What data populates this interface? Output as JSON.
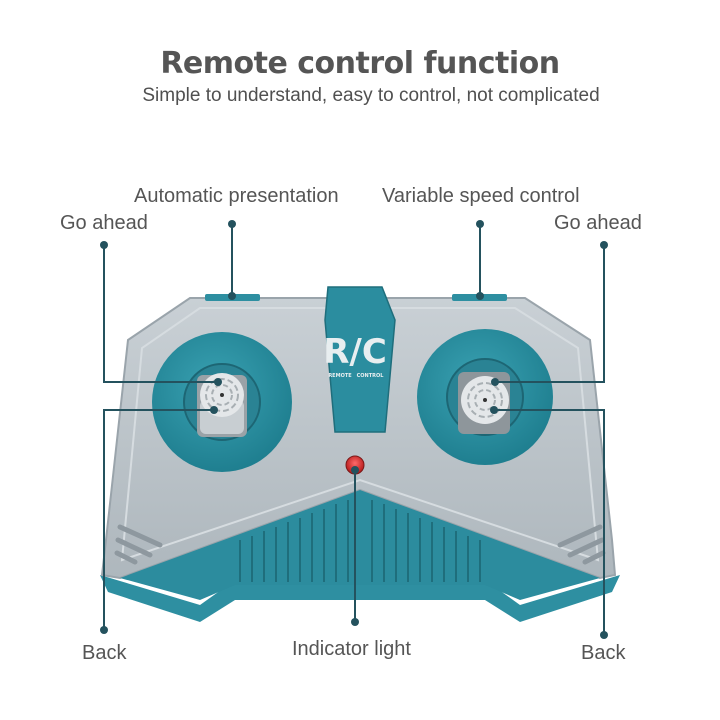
{
  "header": {
    "title": "Remote control function",
    "subtitle": "Simple to understand, easy to control, not complicated"
  },
  "callouts": {
    "automatic_presentation": "Automatic presentation",
    "variable_speed_control": "Variable speed control",
    "go_ahead_left": "Go ahead",
    "go_ahead_right": "Go ahead",
    "back_left": "Back",
    "back_right": "Back",
    "indicator_light": "Indicator light"
  },
  "device": {
    "logo_main": "R/C",
    "logo_left": "REMOTE",
    "logo_right": "CONTROL"
  },
  "colors": {
    "body_gray": "#b5bec4",
    "accent_teal": "#2a8ea0",
    "leader_line": "#24525e",
    "indicator_red": "#e03030",
    "text_gray": "#555555"
  }
}
